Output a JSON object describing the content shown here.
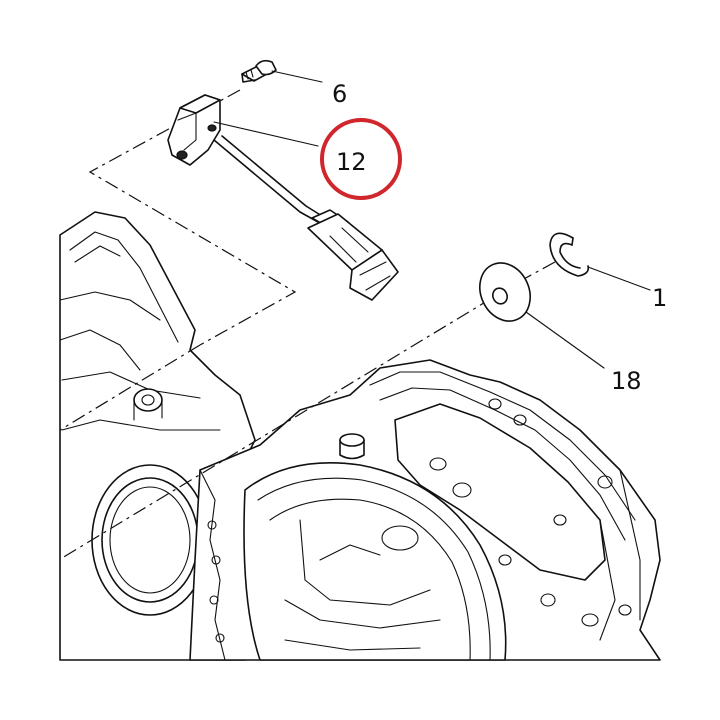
{
  "callouts": {
    "bolt": "6",
    "sensor": "12",
    "clip": "1",
    "washer": "18"
  },
  "highlight": {
    "target": "12",
    "color": "#d0262c"
  }
}
